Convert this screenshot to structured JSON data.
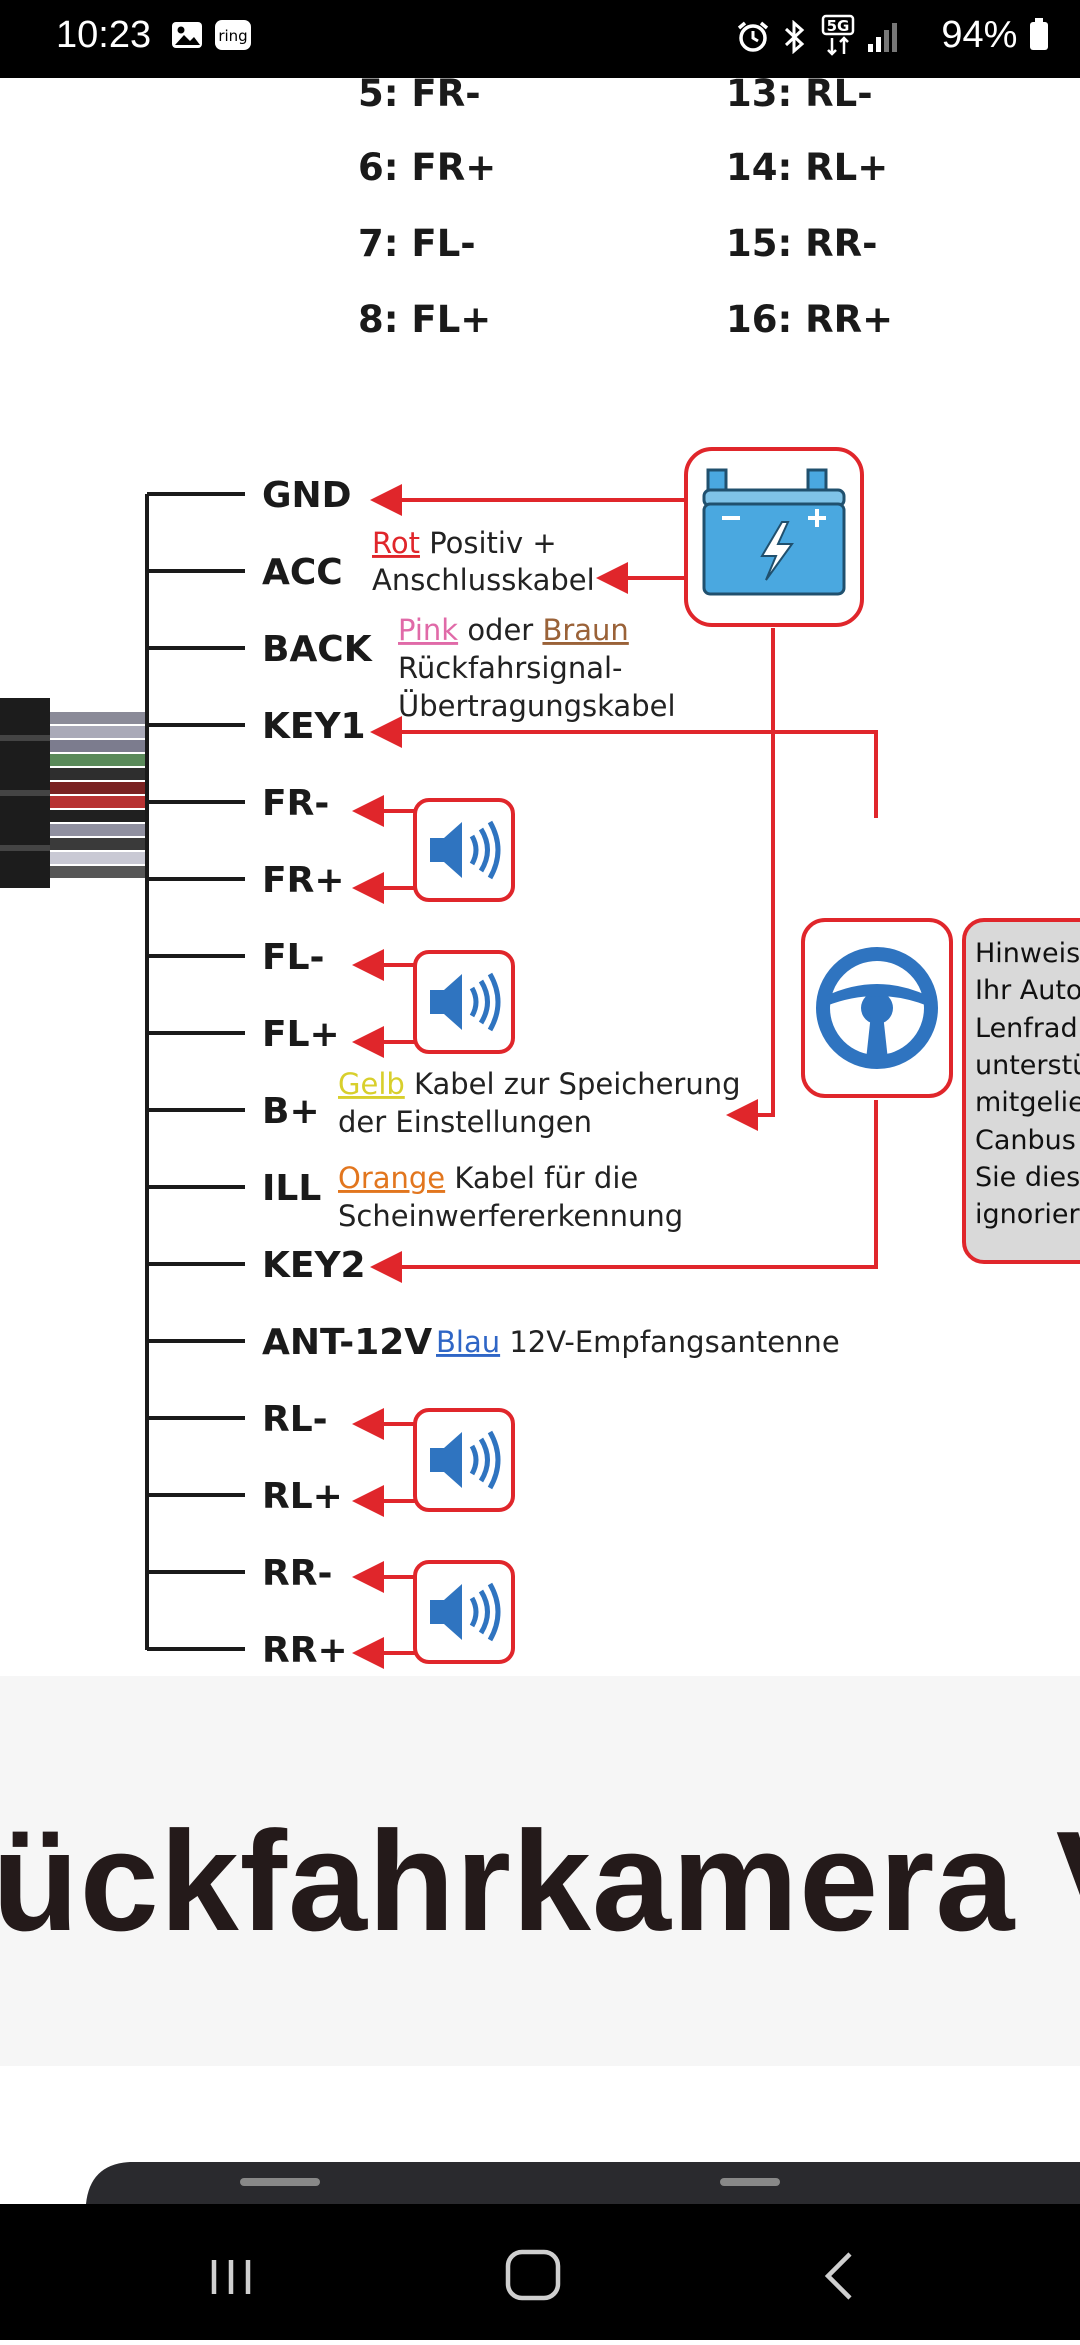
{
  "status_bar": {
    "time": "10:23",
    "network": "5G",
    "battery": "94%",
    "notification_icons": [
      "gallery-icon",
      "ring-app-icon"
    ],
    "system_icons": [
      "alarm-icon",
      "bluetooth-icon",
      "5g-icon",
      "signal-icon",
      "battery-icon"
    ],
    "ring_label": "ring"
  },
  "pin_list": {
    "left": [
      "5:  FR-",
      "6:  FR+",
      "7:  FL-",
      "8:  FL+"
    ],
    "right": [
      "13:  RL-",
      "14:  RL+",
      "15:  RR-",
      "16:  RR+"
    ]
  },
  "diagram": {
    "labels": {
      "gnd": "GND",
      "acc": "ACC",
      "back": "BACK",
      "key1": "KEY1",
      "fr_minus": "FR-",
      "fr_plus": "FR+",
      "fl_minus": "FL-",
      "fl_plus": "FL+",
      "b_plus": "B+",
      "ill": "ILL",
      "key2": "KEY2",
      "ant": "ANT-12V",
      "rl_minus": "RL-",
      "rl_plus": "RL+",
      "rr_minus": "RR-",
      "rr_plus": "RR+"
    },
    "annotations": {
      "rot": "Rot",
      "rot_rest": "Positiv +",
      "anschluss": "Anschlusskabel",
      "pink": "Pink",
      "oder": "oder",
      "braun": "Braun",
      "rueck1": "Rückfahrsignal-",
      "rueck2": "Übertragungskabel",
      "gelb": "Gelb",
      "gelb_rest": "Kabel zur Speicherung",
      "gelb2": "der Einstellungen",
      "orange": "Orange",
      "orange_rest": "Kabel für die",
      "orange2": "Scheinwerfererkennung",
      "blau": "Blau",
      "blau_rest": "12V-Empfangsantenne"
    },
    "hint_lines": [
      "Hinweis",
      "Ihr Auto",
      "Lenfrad",
      "unterstü",
      "mitgelie",
      "Canbus",
      "Sie dies",
      "ignorier"
    ],
    "colors": {
      "red": "#e0262b",
      "blue": "#3f80c7",
      "battery_blue": "#4aa8e0",
      "pink": "#e06aa8",
      "brown": "#9a6238",
      "yellow": "#d8cf2c",
      "orange": "#e2761e",
      "link_blue": "#2f66c6"
    }
  },
  "banner": {
    "title": "ückfahrkamera Ve"
  },
  "nav": {
    "buttons": [
      "recents-button",
      "home-button",
      "back-button"
    ]
  }
}
